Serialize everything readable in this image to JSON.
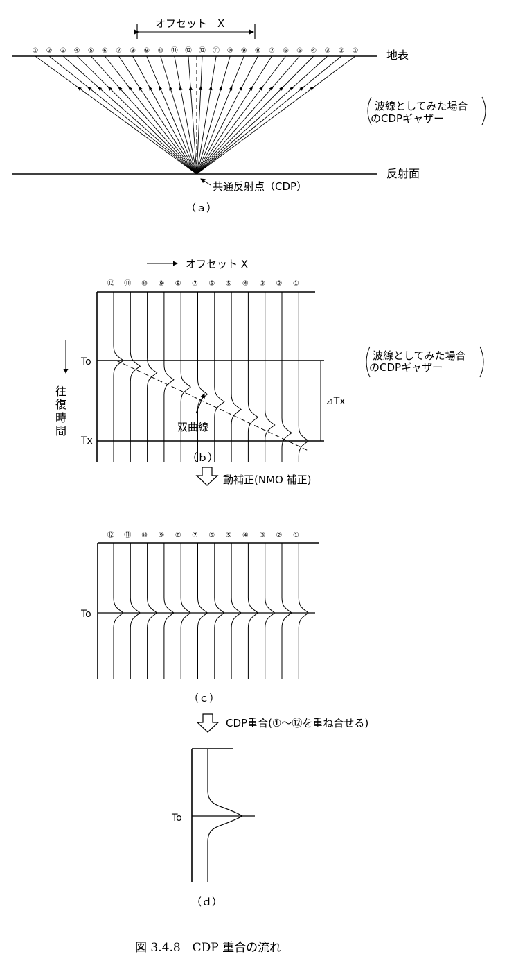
{
  "panel_a": {
    "offset_label": "オフセット　X",
    "receivers": [
      "①",
      "②",
      "③",
      "④",
      "⑤",
      "⑥",
      "⑦",
      "⑧",
      "⑨",
      "⑩",
      "⑪",
      "⑫",
      "⑫",
      "⑪",
      "⑩",
      "⑨",
      "⑧",
      "⑦",
      "⑥",
      "⑤",
      "④",
      "③",
      "②",
      "①"
    ],
    "surface_label": "地表",
    "note_line1": "波線としてみた場合",
    "note_line2": "のCDPギャザー",
    "reflector_label": "反射面",
    "cdp_label": "共通反射点（CDP）",
    "caption": "（ａ）"
  },
  "panel_b": {
    "offset_label": "オフセット X",
    "traces": [
      "⑫",
      "⑪",
      "⑩",
      "⑨",
      "⑧",
      "⑦",
      "⑥",
      "⑤",
      "④",
      "③",
      "②",
      "①"
    ],
    "axis_label_chars": [
      "往",
      "復",
      "時",
      "間"
    ],
    "t0_label": "To",
    "tx_label": "Tx",
    "delta_label": "⊿Tx",
    "hyperbola_label": "双曲線",
    "note_line1": "波線としてみた場合",
    "note_line2": "のCDPギャザー",
    "caption": "（ｂ）"
  },
  "step_nmo": {
    "label": "動補正(NMO 補正)"
  },
  "panel_c": {
    "traces": [
      "⑫",
      "⑪",
      "⑩",
      "⑨",
      "⑧",
      "⑦",
      "⑥",
      "⑤",
      "④",
      "③",
      "②",
      "①"
    ],
    "t0_label": "To",
    "caption": "（ｃ）"
  },
  "step_stack": {
    "label": "CDP重合(①～⑫を重ね合せる)"
  },
  "panel_d": {
    "t0_label": "To",
    "caption": "（ｄ）"
  },
  "figure_caption": "図 3.4.8　CDP 重合の流れ"
}
